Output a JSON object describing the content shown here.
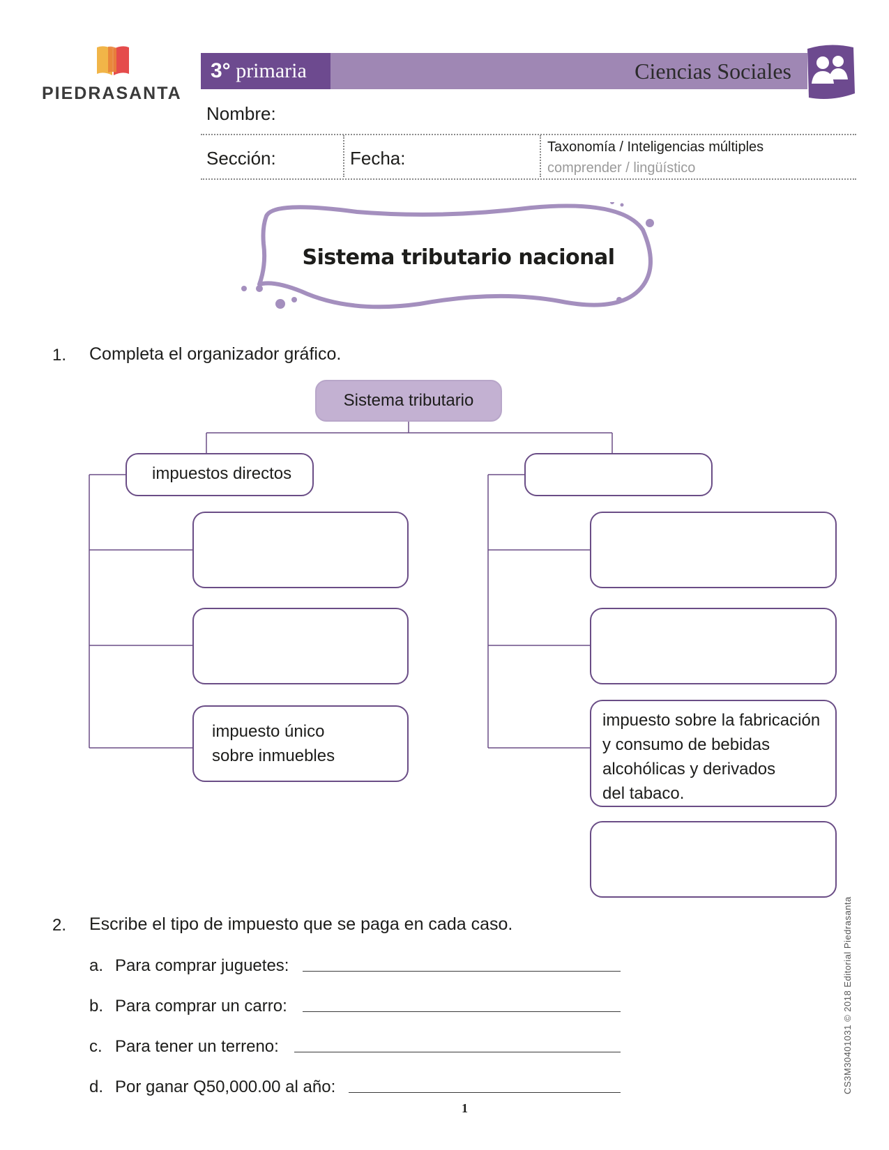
{
  "brand": {
    "name": "PIEDRASANTA"
  },
  "header": {
    "grade_number": "3°",
    "grade_word": "primaria",
    "subject": "Ciencias Sociales",
    "subject_icon": "people-icon"
  },
  "form": {
    "name_label": "Nombre:",
    "section_label": "Sección:",
    "date_label": "Fecha:",
    "taxonomy_title": "Taxonomía / Inteligencias múltiples",
    "taxonomy_values": "comprender  / lingüístico"
  },
  "title": "Sistema tributario nacional",
  "question1": {
    "number": "1.",
    "text": "Completa el organizador gráfico.",
    "organizer": {
      "root": "Sistema tributario",
      "left_head": "impuestos directos",
      "left_items": [
        "",
        "",
        "impuesto único sobre inmuebles"
      ],
      "left_item3_lines": [
        "impuesto único",
        "sobre inmuebles"
      ],
      "right_head": "",
      "right_items": [
        "",
        "",
        "impuesto sobre la fabricación y consumo de bebidas alcohólicas y derivados del tabaco.",
        ""
      ],
      "right_item3_lines": [
        "impuesto sobre la fabricación",
        "y consumo de bebidas",
        "alcohólicas y derivados",
        "del tabaco."
      ]
    }
  },
  "question2": {
    "number": "2.",
    "text": "Escribe el tipo de impuesto que se paga en cada caso.",
    "items": [
      {
        "letter": "a.",
        "text": "Para comprar juguetes:"
      },
      {
        "letter": "b.",
        "text": "Para comprar un carro:"
      },
      {
        "letter": "c.",
        "text": "Para tener un terreno:"
      },
      {
        "letter": "d.",
        "text": "Por ganar Q50,000.00 al año:"
      }
    ]
  },
  "page_number": "1",
  "copyright": "CS3M30401031  ©  2018 Editorial Piedrasanta"
}
